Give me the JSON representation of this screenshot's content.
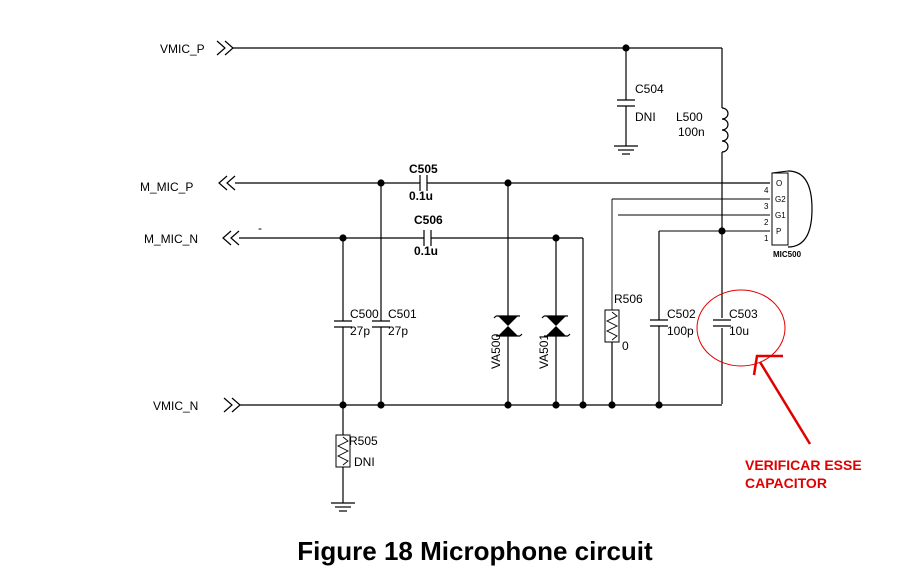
{
  "colors": {
    "annotation": "#e00000",
    "ink": "#000000"
  },
  "nets": {
    "vmic_p": "VMIC_P",
    "m_mic_p": "M_MIC_P",
    "m_mic_n": "M_MIC_N",
    "vmic_n": "VMIC_N"
  },
  "components": {
    "c504": {
      "ref": "C504",
      "value": "DNI"
    },
    "l500": {
      "ref": "L500",
      "value": "100n"
    },
    "c505": {
      "ref": "C505",
      "value": "0.1u"
    },
    "c506": {
      "ref": "C506",
      "value": "0.1u"
    },
    "c500": {
      "ref": "C500",
      "value": "27p"
    },
    "c501": {
      "ref": "C501",
      "value": "27p"
    },
    "va500": {
      "ref": "VA500"
    },
    "va501": {
      "ref": "VA501"
    },
    "r506": {
      "ref": "R506",
      "value": "0"
    },
    "c502": {
      "ref": "C502",
      "value": "100p"
    },
    "c503": {
      "ref": "C503",
      "value": "10u"
    },
    "r505": {
      "ref": "R505",
      "value": "DNI"
    },
    "mic500": {
      "ref": "MIC500",
      "pin_numbers": [
        "4",
        "3",
        "2",
        "1"
      ],
      "pin_names": [
        "O",
        "G2",
        "G1",
        "P"
      ]
    }
  },
  "annotation": {
    "line1": "VERIFICAR ESSE",
    "line2": "CAPACITOR"
  },
  "caption": "Figure 18 Microphone circuit",
  "stray_mark": "-"
}
